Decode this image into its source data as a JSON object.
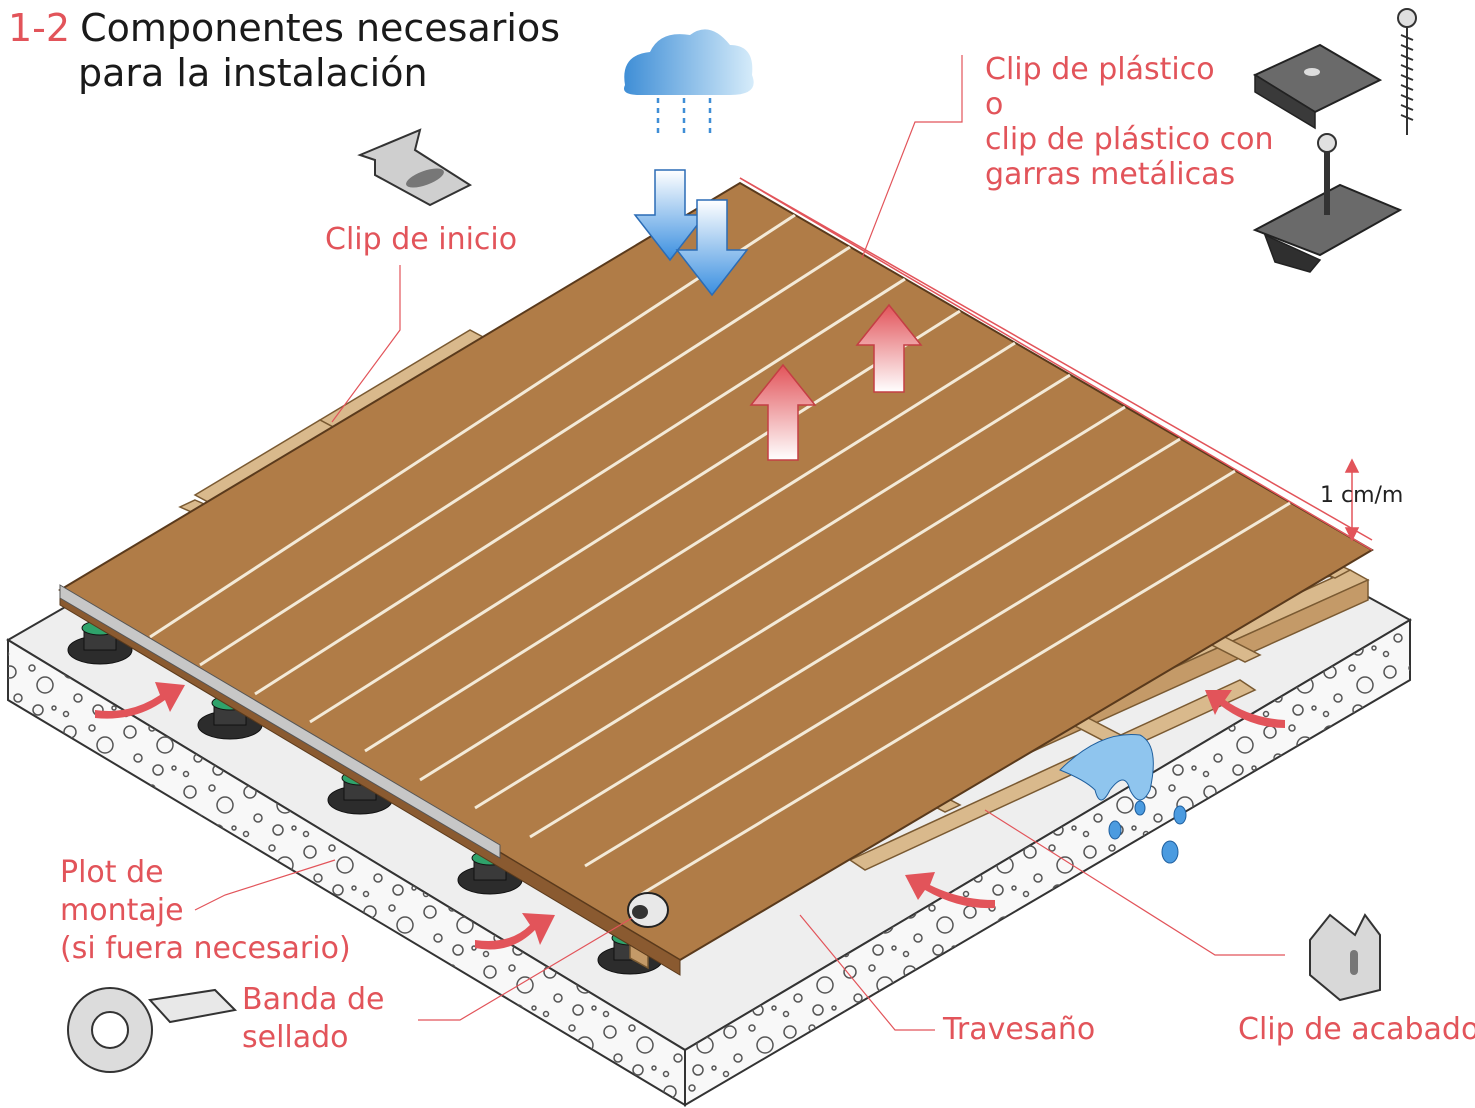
{
  "title": {
    "number": "1-2",
    "line1": "Componentes necesarios",
    "line2": "para la instalación"
  },
  "labels": {
    "clip_plastico_1": "Clip de plástico",
    "clip_plastico_2": "o",
    "clip_plastico_3": "clip de plástico con",
    "clip_plastico_4": "garras metálicas",
    "clip_inicio": "Clip de inicio",
    "plot_1": "Plot de",
    "plot_2": "montaje",
    "plot_3": "(si fuera necesario)",
    "banda_1": "Banda de",
    "banda_2": "sellado",
    "travesano": "Travesaño",
    "clip_acabado": "Clip de acabado",
    "slope": "1 cm/m"
  },
  "colors": {
    "accent": "#e2545a",
    "board": "#b07c47",
    "joist": "#d9b98c",
    "concrete": "#eeeeee",
    "water": "#4b9be0",
    "pedestal": "#2c2c2c"
  }
}
